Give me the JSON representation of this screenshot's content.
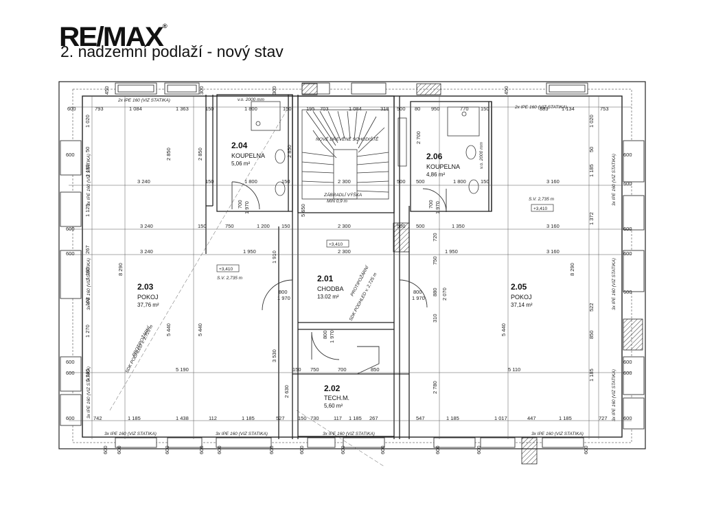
{
  "header": {
    "logo_text": "RE/MAX",
    "logo_mark": "®",
    "title": "2. nadzemní podlaží - nový stav"
  },
  "rooms": [
    {
      "id": "r204",
      "number": "2.04",
      "name": "KOUPELNA",
      "area": "5,06 m²"
    },
    {
      "id": "r206",
      "number": "2.06",
      "name": "KOUPELNA",
      "area": "4,86 m²"
    },
    {
      "id": "r203",
      "number": "2.03",
      "name": "POKOJ",
      "area": "37,76 m²"
    },
    {
      "id": "r201",
      "number": "2.01",
      "name": "CHODBA",
      "area": "13.02 m²"
    },
    {
      "id": "r205",
      "number": "2.05",
      "name": "POKOJ",
      "area": "37,14 m²"
    },
    {
      "id": "r202",
      "number": "2.02",
      "name": "TECH.M.",
      "area": "5,60 m²"
    }
  ],
  "labels": {
    "stairs": "NOVÉ DŘEVĚNÉ SCHODIŠTĚ",
    "railing_1": "ZÁBRADLÍ VÝŠKA",
    "railing_2": "MIN 0,9 m",
    "level_1": "+3,410",
    "level_2": "+3,410",
    "level_3": "+3,410",
    "height_1": "S.V. 2,735 m",
    "height_2": "S.V. 2,735 m",
    "fire_1": "PROTIPOŽÁRNÍ",
    "fire_2": "SDK PODHLED v. 2,725 m",
    "fire_3": "PROTIPOŽÁRNÍ",
    "fire_4": "SDK PODHLED v. 2,725 m",
    "beam_top_left": "2x IPE 160 (VIZ STATIKA)",
    "beam_top_right": "2x IPE 160 (VIZ STATIKA)",
    "beam_left_1": "3x IPE 160 (VIZ STATIKA)",
    "beam_left_2": "3x IPE 160 (VIZ STATIKA)",
    "beam_left_3": "3x IPE 160 (VIZ STATIKA)",
    "beam_right_1": "3x IPE 160 (VIZ STATIKA)",
    "beam_right_2": "3x IPE 160 (VIZ STATIKA)",
    "beam_right_3": "3x IPE 160 (VIZ STATIKA)",
    "beam_bottom_1": "3x IPE 160 (VIZ STATIKA)",
    "beam_bottom_2": "3x IPE 160 (VIZ STATIKA)",
    "beam_bottom_3": "3x IPE 160 (VIZ STATIKA)",
    "beam_bottom_4": "3x IPE 160 (VIZ STATIKA)",
    "window_1": "v.o. 2000 mm",
    "window_2": "v.o. 2000 mm"
  },
  "dims": {
    "top_600": "600",
    "top_793": "793",
    "top_1084a": "1 084",
    "top_1363": "1 363",
    "top_150a": "150",
    "top_1800a": "1 800",
    "top_150b": "150",
    "top_195": "195",
    "top_703": "703",
    "top_1084b": "1 084",
    "top_318": "318",
    "top_500": "500",
    "top_80": "80",
    "top_950": "950",
    "top_770": "770",
    "top_150c": "150",
    "top_883": "883",
    "top_1134": "1 134",
    "top_753": "753",
    "top_450a": "450",
    "top_300a": "300",
    "top_300b": "300",
    "top_450b": "450",
    "r1_3240": "3 240",
    "r1_150": "150",
    "r1_1800": "1 800",
    "r1_150b": "150",
    "r1_2300": "2 300",
    "r1_500": "500",
    "r1_500b": "500",
    "r1_1800c": "1 800",
    "r1_150c": "150",
    "r1_3160": "3 160",
    "r2_3240": "3 240",
    "r2_150": "150",
    "r2_750": "750",
    "r2_1200": "1 200",
    "r2_150b": "150",
    "r2_2300": "2 300",
    "r2_500": "500",
    "r2_500b": "500",
    "r2_1350": "1 350",
    "r2_3160": "3 160",
    "r3_3240": "3 240",
    "r3_1950": "1 950",
    "r3_2300": "2 300",
    "r3_1950b": "1 950",
    "r3_3160": "3 160",
    "r4_5190": "5 190",
    "r4_150": "150",
    "r4_750": "750",
    "r4_700": "700",
    "r4_850": "850",
    "r4_5110": "5 110",
    "bot_600": "600",
    "bot_742": "742",
    "bot_1185a": "1 185",
    "bot_1438": "1 438",
    "bot_112": "112",
    "bot_1185b": "1 185",
    "bot_527": "527",
    "bot_150": "150",
    "bot_730": "730",
    "bot_117": "117",
    "bot_1185c": "1 185",
    "bot_267": "267",
    "bot_547": "547",
    "bot_1185d": "1 185",
    "bot_1017": "1 017",
    "bot_447": "447",
    "bot_1185e": "1 185",
    "bot_727": "727",
    "bot_600b": "600",
    "v_1020": "1 020",
    "v_50": "50",
    "v_1185a": "1 185",
    "v_1125": "1 125",
    "v_267": "267",
    "v_1185b": "1 185",
    "v_103": "103",
    "v_1270": "1 270",
    "v_1185c": "1 185",
    "v_8290": "8 290",
    "v_2850": "2 850",
    "v_2850b": "2 850",
    "v_5440": "5 440",
    "v_5440b": "5 440",
    "v_3530": "3 530",
    "v_1910": "1 910",
    "v_2630": "2 630",
    "v_5650": "5 650",
    "v_2700": "2 700",
    "v_2850c": "2 850",
    "v_720": "720",
    "v_750": "750",
    "v_880": "880",
    "v_2070": "2 070",
    "v_310": "310",
    "v_5440c": "5 440",
    "v_2780": "2 780",
    "v_8290b": "8 290",
    "v_1372": "1 372",
    "v_522": "522",
    "v_850": "850",
    "v_1185r": "1 185",
    "v_1185r2": "1 185",
    "v_1020r": "1 020",
    "v_50r": "50",
    "door_700a": "700",
    "door_1970a": "1 970",
    "door_700b": "700",
    "door_1970b": "1 970",
    "door_800a": "800",
    "door_1970c": "1 970",
    "door_800b": "800",
    "door_1970d": "1 970",
    "door_800c": "800",
    "door_1970e": "1 970",
    "side_600_1": "600",
    "side_600_2": "600",
    "side_600_3": "600",
    "side_600_4": "600",
    "side_600_5": "600",
    "side_600_6": "600",
    "side_600_7": "600",
    "side_600_8": "600",
    "side_600_9": "600",
    "side_600_10": "600",
    "side_600_11": "600",
    "side_600_12": "600",
    "bs_600_1": "600",
    "bs_600_2": "600",
    "bs_600_3": "600",
    "bs_600_4": "600",
    "bs_600_5": "600",
    "bs_600_6": "600",
    "bs_600_7": "600",
    "bs_600_8": "600",
    "bs_600_9": "600",
    "bs_600_10": "600",
    "bs_600_11": "600",
    "bs_600_12": "600"
  }
}
